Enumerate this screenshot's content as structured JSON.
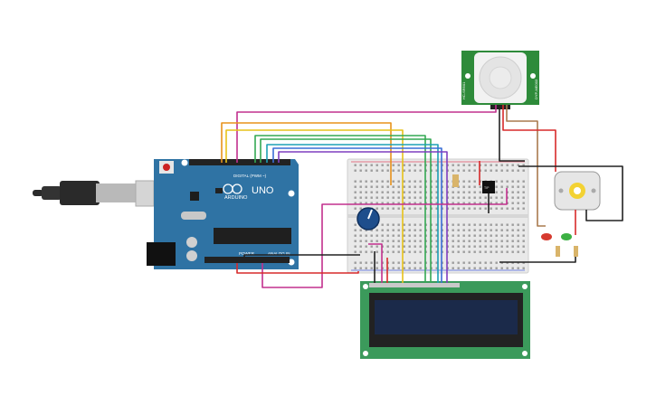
{
  "arduino": {
    "brand": "ARDUINO",
    "model": "UNO",
    "header_power": "POWER",
    "header_analog": "ANALOG IN",
    "header_digital": "DIGITAL (PWM ~)"
  },
  "pir_sensor": {
    "side_label_left": "HC-SR501",
    "side_label_right": "DYP-ME003"
  },
  "lcd": {
    "display_text": ""
  },
  "colors": {
    "arduino_board": "#2f73a4",
    "breadboard": "#e9e9e9",
    "lcd_pcb": "#3b9a5b",
    "lcd_screen": "#1b2a4a",
    "pir_pcb": "#2e8b3a",
    "wire_magenta": "#c2308e",
    "wire_orange": "#e8921c",
    "wire_yellow": "#e7c21a",
    "wire_green": "#34a853",
    "wire_teal": "#1da0b5",
    "wire_blue": "#3a6ed6",
    "wire_purple": "#7f3fbf",
    "wire_red": "#d72a2a",
    "wire_black": "#222222",
    "wire_brown": "#a97a4e"
  },
  "icons": [
    "usb-cable-icon",
    "potentiometer-icon",
    "dc-motor-icon",
    "led-red-icon",
    "led-green-icon",
    "resistor-icon",
    "transistor-icon"
  ]
}
